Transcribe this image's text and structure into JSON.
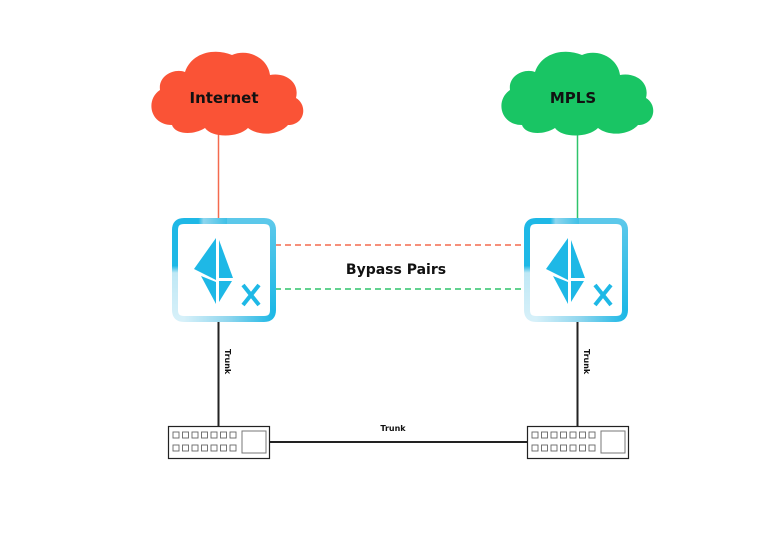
{
  "diagram": {
    "clouds": [
      {
        "id": "internet",
        "label": "Internet",
        "color": "#fa5336"
      },
      {
        "id": "mpls",
        "label": "MPLS",
        "color": "#19c564"
      }
    ],
    "appliances": [
      {
        "id": "appliance-left",
        "logo": "x-logo",
        "color": "#1eb8e6"
      },
      {
        "id": "appliance-right",
        "logo": "x-logo",
        "color": "#1eb8e6"
      }
    ],
    "bypass": {
      "label": "Bypass Pairs",
      "line_colors": {
        "top": "#f46a4e",
        "bottom": "#2ec46c"
      }
    },
    "links": {
      "left_trunk_label": "Trunk",
      "right_trunk_label": "Trunk",
      "switch_trunk_label": "Trunk",
      "internet_line_color": "#f46a4e",
      "mpls_line_color": "#2ec46c",
      "trunk_color": "#222222"
    },
    "switches": [
      {
        "id": "switch-left",
        "port_rows": 2,
        "ports_per_row": 7
      },
      {
        "id": "switch-right",
        "port_rows": 2,
        "ports_per_row": 7
      }
    ]
  }
}
